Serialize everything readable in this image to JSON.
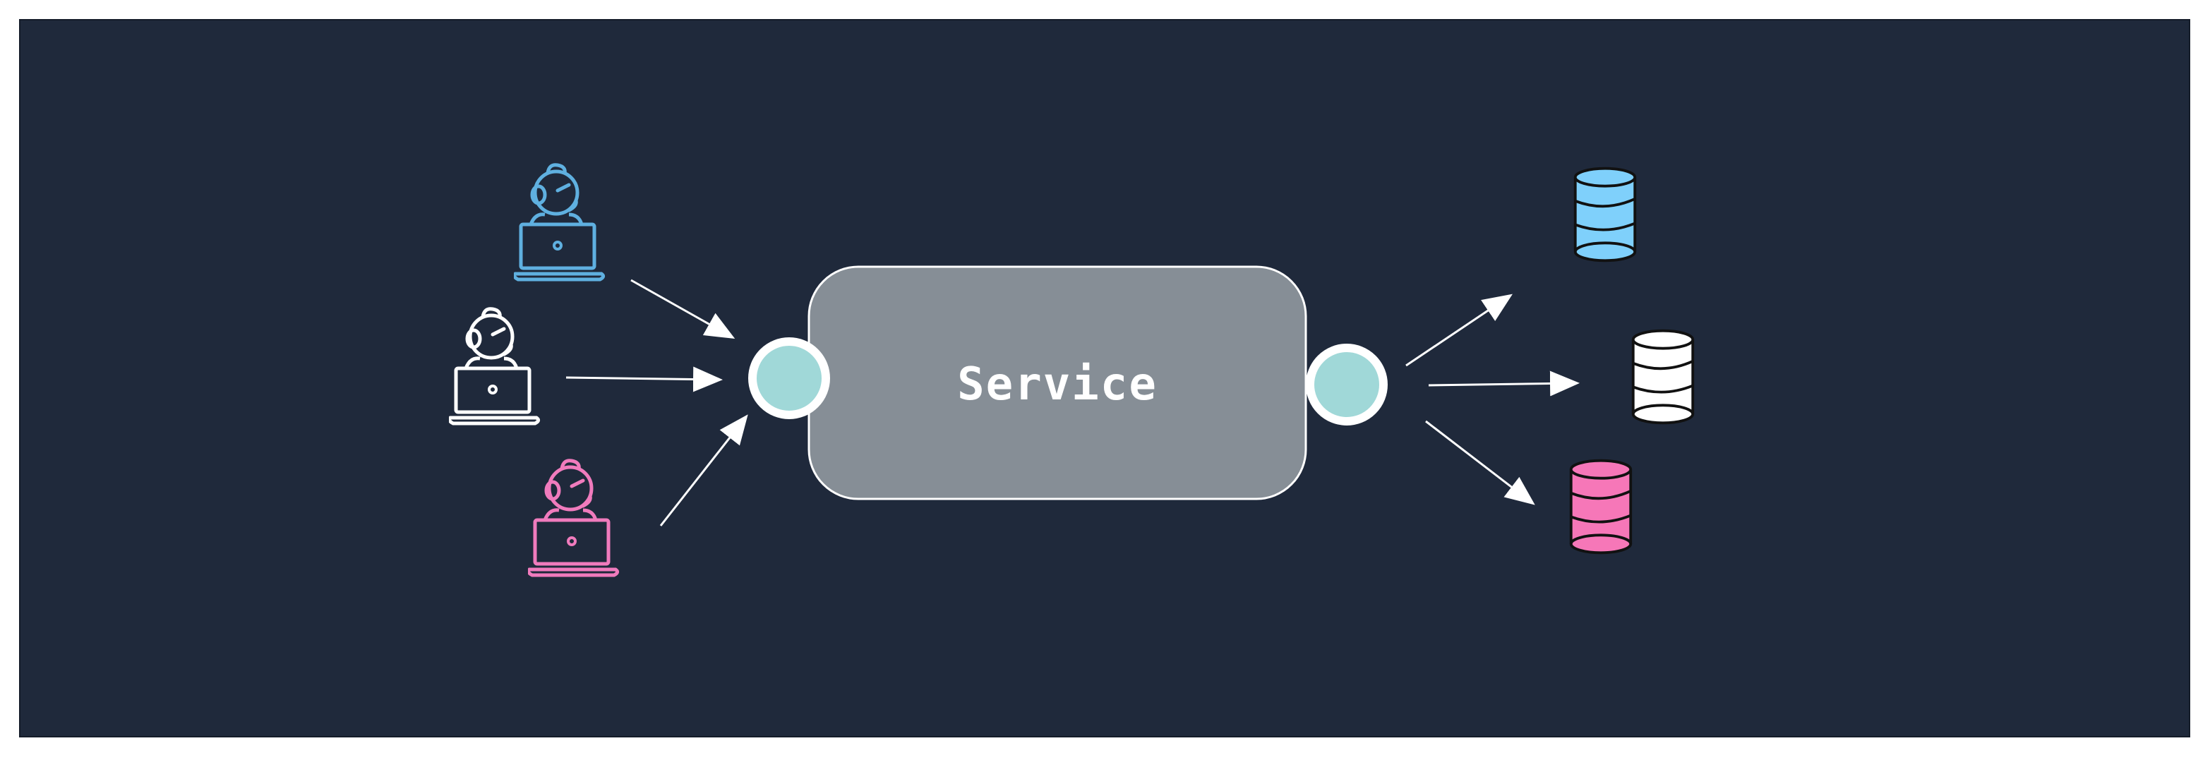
{
  "service": {
    "label": "Service",
    "fill": "#868e96",
    "stroke": "#ffffff"
  },
  "ports": {
    "fill": "#a0d8d8",
    "ring": "#ffffff"
  },
  "background": "#1f293b",
  "clients": [
    {
      "name": "client-blue",
      "icon": "user-laptop-icon",
      "color": "#5fb0e0"
    },
    {
      "name": "client-white",
      "icon": "user-laptop-icon",
      "color": "#ffffff"
    },
    {
      "name": "client-pink",
      "icon": "user-laptop-icon",
      "color": "#f07bbd"
    }
  ],
  "databases": [
    {
      "name": "database-blue",
      "icon": "database-icon",
      "fill": "#7fd0fb"
    },
    {
      "name": "database-white",
      "icon": "database-icon",
      "fill": "#ffffff"
    },
    {
      "name": "database-pink",
      "icon": "database-icon",
      "fill": "#f677b8"
    }
  ]
}
